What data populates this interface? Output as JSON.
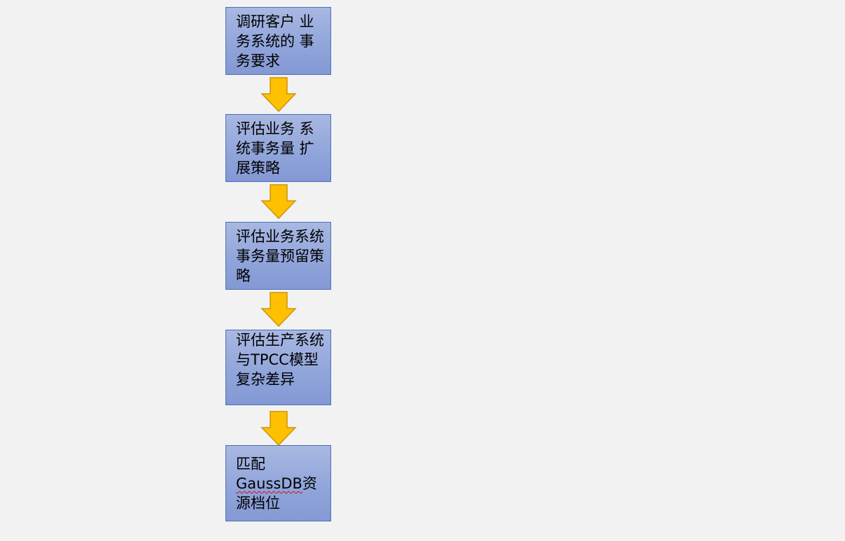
{
  "flowchart": {
    "steps": [
      {
        "text": "调研客户 业务系统的 事务要求"
      },
      {
        "text": "评估业务 系统事务量 扩展策略"
      },
      {
        "text": "评估业务系统事务量预留策略"
      },
      {
        "text": "评估生产系统与TPCC模型复杂差异"
      },
      {
        "text_prefix": "匹配",
        "text_highlight": "GaussDB",
        "text_suffix": "资源档位"
      }
    ],
    "colors": {
      "background": "#f2f2f2",
      "box_fill": "#8fa4da",
      "box_border": "#4a6fb8",
      "arrow_fill": "#ffc000",
      "arrow_stroke": "#c9960a"
    }
  }
}
